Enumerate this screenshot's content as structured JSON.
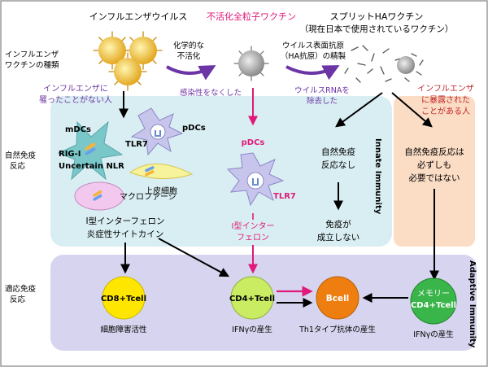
{
  "header": {
    "virus": "インフルエンザウイルス",
    "inactivated_vaccine": "不活化全粒子ワクチン",
    "split_vaccine_1": "スプリットHAワクチン",
    "split_vaccine_2": "（現在日本で使用されているワクチン）"
  },
  "left_labels": {
    "vaccine_type_1": "インフルエンザ",
    "vaccine_type_2": "ワクチンの種類",
    "innate_1": "自然免疫",
    "innate_2": "反応",
    "adaptive_1": "適応免疫",
    "adaptive_2": "反応"
  },
  "process": {
    "chem_1": "化学的な",
    "chem_2": "不活化",
    "lost_infectivity": "感染性をなくした",
    "antigen_1": "ウイルス表面抗原",
    "antigen_2": "（HA抗原）の精製",
    "rna_1": "ウイルスRNAを",
    "rna_2": "除去した"
  },
  "populations": {
    "naive_1": "インフルエンザに",
    "naive_2": "罹ったことがない人",
    "exposed_1": "インフルエンザ",
    "exposed_2": "に暴露された",
    "exposed_3": "ことがある人"
  },
  "innate": {
    "mdcs": "mDCs",
    "pdcs": "pDCs",
    "tlr7": "TLR7",
    "rig": "RIG-I",
    "nlr": "Uncertain NLR",
    "epithelial": "上皮細胞",
    "macrophage": "マクロファージ",
    "ifn_1": "I型インターフェロン",
    "ifn_2": "炎症性サイトカイン",
    "pdcs_center": "pDCs",
    "tlr7_center": "TLR7",
    "ifn_center_1": "I型インター",
    "ifn_center_2": "フェロン",
    "none_1": "自然免疫",
    "none_2": "反応なし",
    "no_imm_1": "免疫が",
    "no_imm_2": "成立しない",
    "notreq_1": "自然免疫反応は",
    "notreq_2": "必ずしも",
    "notreq_3": "必要ではない",
    "section_title": "Innate Immunity"
  },
  "adaptive": {
    "cd8": "CD8+Tcell",
    "cd4": "CD4+Tcell",
    "bcell": "Bcell",
    "memory_1": "メモリー",
    "memory_2": "CD4+Tcell",
    "cd8_caption": "細胞障害活性",
    "cd4_caption": "IFNγの産生",
    "bcell_caption": "Th1タイプ抗体の産生",
    "memory_caption": "IFNγの産生",
    "section_title": "Adaptive Immunity"
  },
  "colors": {
    "innate_panel": "#d9eef2",
    "exposed_panel": "#fbdcc4",
    "adaptive_panel": "#d6d4ee",
    "arrow_pink": "#e0197a",
    "arrow_purple": "#6c35a6",
    "cd8_fill": "#ffe600",
    "cd4_fill": "#c9ec63",
    "bcell_fill": "#ee7e10",
    "memory_fill": "#39b54a"
  }
}
